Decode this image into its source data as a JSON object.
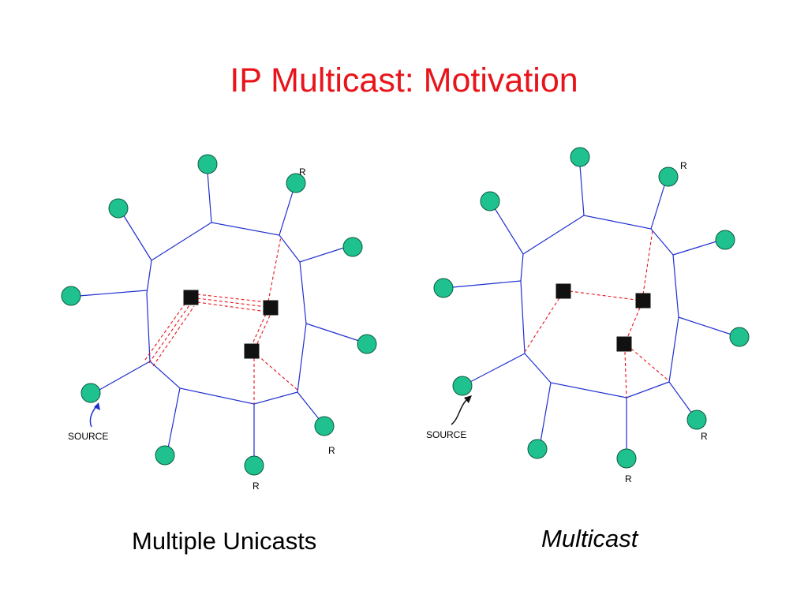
{
  "title": "IP Multicast: Motivation",
  "colors": {
    "title": "#e8141b",
    "host": "#1fc28f",
    "host_stroke": "#0b5a40",
    "link": "#1f2fd0",
    "traffic": "#e8141b",
    "router": "#111111"
  },
  "diagrams": [
    {
      "caption": "Multiple Unicasts",
      "source_label": "SOURCE",
      "receiver_label": "R"
    },
    {
      "caption": "Multicast",
      "source_label": "SOURCE",
      "receiver_label": "R"
    }
  ]
}
